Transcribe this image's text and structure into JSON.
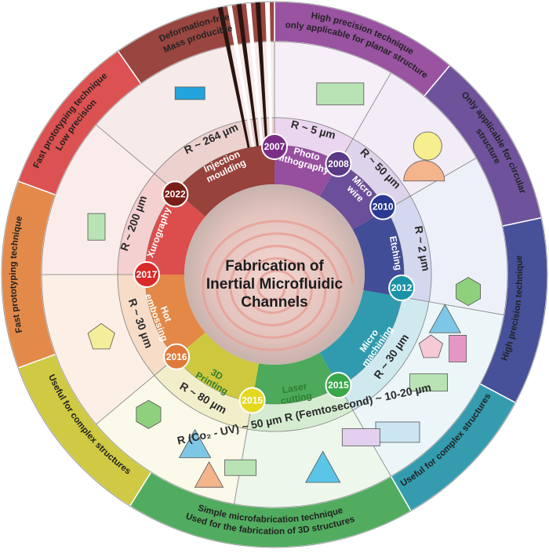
{
  "center": {
    "title_lines": [
      "Fabrication of",
      "Inertial Microfluidic",
      "Channels"
    ]
  },
  "sectors": [
    {
      "method": "Photo lithography",
      "year": "2007",
      "resolution": "R ~ 5 µm",
      "outer_lines": [
        "High precision technique",
        "only applicable for planar structure"
      ],
      "color": "#8b3c95",
      "light": "#ead6ee",
      "paler": "#f7eff8"
    },
    {
      "method": "Micro wire",
      "year": "2008",
      "resolution": "R ~ 50 µm",
      "outer_lines": [
        "Only applicable for circular",
        "structure"
      ],
      "color": "#5b3c8f",
      "light": "#ddd3ea",
      "paler": "#f1ecf6"
    },
    {
      "method": "Etching",
      "year": "2010",
      "resolution": "R ~ 2 µm",
      "outer_lines": [
        "High precision technique"
      ],
      "color": "#2e3a8c",
      "light": "#d3d8ee",
      "paler": "#eef0f9"
    },
    {
      "method": "Micro machining",
      "year": "2012",
      "resolution": "R ~ 30 µm",
      "outer_lines": [
        "Useful for complex structures"
      ],
      "color": "#1a8fa5",
      "light": "#cfe9ef",
      "paler": "#ecf6f8"
    },
    {
      "method": "Laser cutting",
      "year": "2015",
      "resolution": "R (Co₂ - UV) ~ 50 µm  R (Femtosecond) ~ 10-20 µm",
      "outer_lines": [
        "Simple microfabrication technique",
        "Used for the fabrication of 3D structures"
      ],
      "color": "#3aa14a",
      "light": "#d6ecd2",
      "paler": "#eef7ec"
    },
    {
      "method": "3D Printing",
      "year": "2015",
      "resolution": "R ~ 80 µm",
      "outer_lines": [
        "Useful for complex structures"
      ],
      "color": "#c9c22a",
      "light": "#f1efc9",
      "paler": "#faf9ea"
    },
    {
      "method": "Hot embossing",
      "year": "2016",
      "resolution": "R ~ 30 µm",
      "outer_lines": [
        "Fast prototyping technique"
      ],
      "color": "#e07b33",
      "light": "#f7dcc7",
      "paler": "#fcefe5"
    },
    {
      "method": "Xurography",
      "year": "2017",
      "resolution": "R ~ 200 µm",
      "outer_lines": [
        "Fast prototyping technique",
        "Low precision"
      ],
      "color": "#d83a3a",
      "light": "#f5d0d0",
      "paler": "#fbecec"
    },
    {
      "method": "Injection moulding",
      "year": "2022",
      "resolution": "R ~ 264 µm",
      "outer_lines": [
        "Deformation-free",
        "Mass producible"
      ],
      "color": "#8c2d26",
      "light": "#ecd2cf",
      "paler": "#f7ebea"
    }
  ],
  "year_colors": {
    "2007": "#7a2f86",
    "2008": "#5a3a86",
    "2010": "#2a3a92",
    "2012": "#1a93a8",
    "2015a": "#3aa84a",
    "2015b": "#e5d820",
    "2016": "#e07a3a",
    "2017": "#d82a2a",
    "2022": "#7a1e18"
  }
}
